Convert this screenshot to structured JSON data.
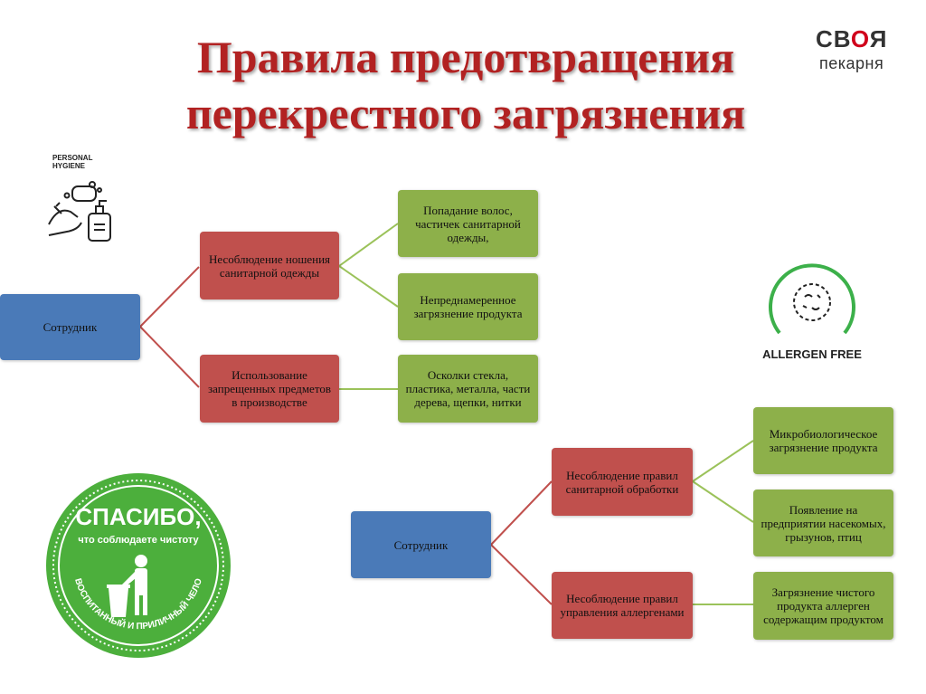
{
  "title": "Правила предотвращения перекрестного загрязнения",
  "logo": {
    "line1_a": "СВ",
    "line1_b": "О",
    "line1_c": "Я",
    "line2": "пекарня"
  },
  "personal_hygiene": {
    "line1": "PERSONAL",
    "line2": "HYGIENE"
  },
  "allergen_free": {
    "text": "ALLERGEN FREE"
  },
  "stamp": {
    "title": "СПАСИБО,",
    "subtitle": "что соблюдаете чистоту",
    "ring_text": "ВЫ ВОСПИТАННЫЙ И ПРИЛИЧНЫЙ ЧЕЛОВЕК"
  },
  "diagram1": {
    "root": "Сотрудник",
    "branch1": "Несоблюдение ношения санитарной одежды",
    "branch1_leaf1": "Попадание волос, частичек санитарной одежды,",
    "branch1_leaf2": "Непреднамеренное загрязнение продукта",
    "branch2": "Использование запрещенных предметов в производстве",
    "branch2_leaf1": "Осколки стекла, пластика, металла, части дерева, щепки, нитки"
  },
  "diagram2": {
    "root": "Сотрудник",
    "branch1": "Несоблюдение правил санитарной обработки",
    "branch1_leaf1": "Микробиологическое загрязнение продукта",
    "branch1_leaf2": "Появление на предприятии насекомых, грызунов, птиц",
    "branch2": "Несоблюдение правил управления аллергенами",
    "branch2_leaf1": "Загрязнение чистого продукта аллерген содержащим продуктом"
  },
  "colors": {
    "title": "#b22222",
    "blue": "#4a7ab8",
    "red": "#c0504d",
    "green": "#8db04a",
    "stamp": "#4caf3c"
  }
}
